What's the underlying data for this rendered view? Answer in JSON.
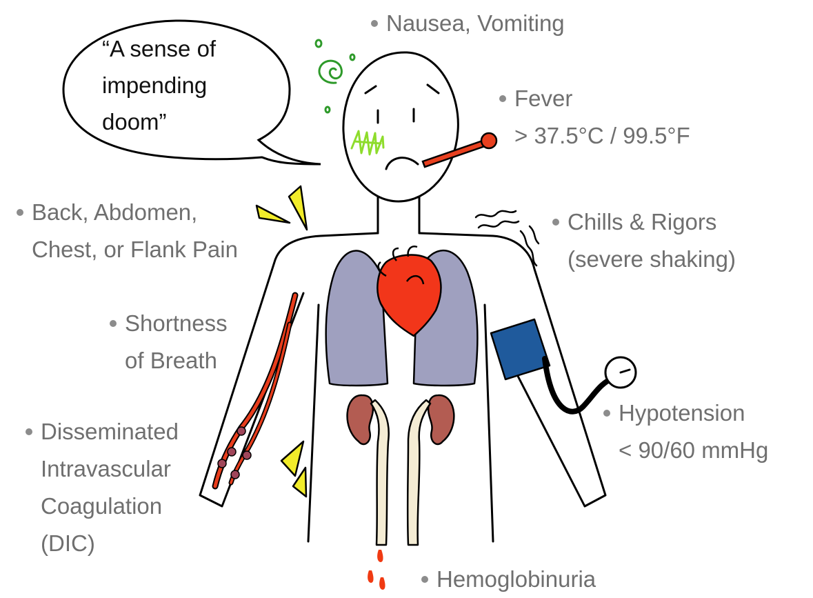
{
  "speech_bubble": {
    "lines": [
      "“A sense of",
      "impending",
      "doom”"
    ]
  },
  "symptoms": {
    "nausea": {
      "lines": [
        "Nausea, Vomiting"
      ]
    },
    "fever": {
      "lines": [
        "Fever",
        "> 37.5°C / 99.5°F"
      ]
    },
    "pain": {
      "lines": [
        "Back, Abdomen,",
        "Chest, or Flank Pain"
      ]
    },
    "chills": {
      "lines": [
        "Chills & Rigors",
        "(severe shaking)"
      ]
    },
    "breath": {
      "lines": [
        "Shortness",
        "of Breath"
      ]
    },
    "hypotension": {
      "lines": [
        "Hypotension",
        "< 90/60 mmHg"
      ]
    },
    "dic": {
      "lines": [
        "Disseminated",
        "Intravascular",
        "Coagulation",
        "(DIC)"
      ]
    },
    "hemoglobinuria": {
      "lines": [
        "Hemoglobinuria"
      ]
    }
  },
  "colors": {
    "label_text": "#6f6f6f",
    "outline": "#000000",
    "lungs": "#9fa0bf",
    "heart": "#f2361a",
    "kidney": "#b35c52",
    "ureter": "#f4ecd4",
    "bp_cuff": "#1f5a9c",
    "thermometer": "#e8401f",
    "vessels": "#e83d1c",
    "clots": "#a0465a",
    "nausea_swirl": "#2e9a2a",
    "mouth_scribble": "#8edc2c",
    "pain_marks": "#f2ec2a",
    "blood_drops": "#f03a12"
  }
}
